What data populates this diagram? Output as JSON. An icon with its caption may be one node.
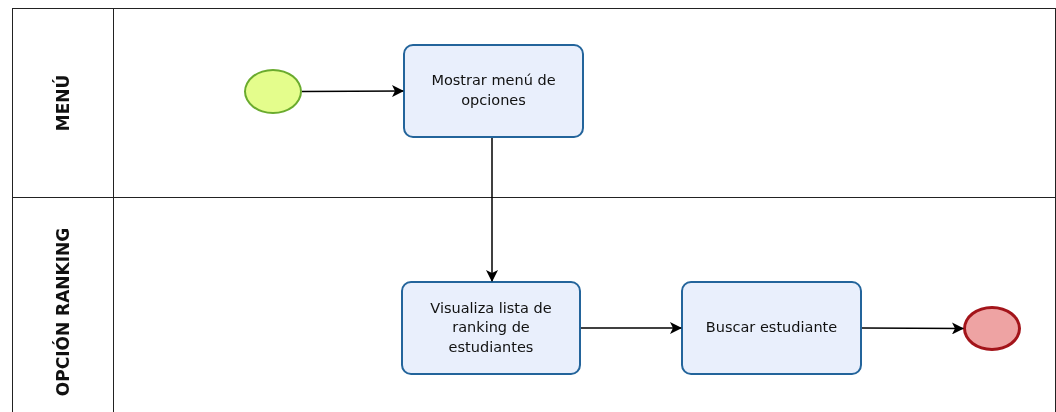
{
  "diagram": {
    "nodes": [
      {
        "text": [
          "MENÚ"
        ]
      },
      {
        "text": [
          "OPCIÓN RANKING"
        ]
      },
      {
        "text": [],
        "shape": "circle",
        "in": 0
      },
      {
        "text": [
          "Mostrar menú de opciones"
        ],
        "in": 0
      },
      {
        "text": [
          "Visualiza lista de ranking de estudiantes"
        ],
        "in": 1
      },
      {
        "text": [
          "Buscar estudiante"
        ],
        "in": 1
      },
      {
        "text": [],
        "shape": "circle",
        "in": 1
      }
    ],
    "edges": [
      {
        "from": 2,
        "to": 3,
        "arrow": "to"
      },
      {
        "from": 3,
        "to": 4,
        "arrow": "to"
      },
      {
        "from": 4,
        "to": 5,
        "arrow": "to"
      },
      {
        "from": 5,
        "to": 6,
        "arrow": "to"
      }
    ]
  }
}
